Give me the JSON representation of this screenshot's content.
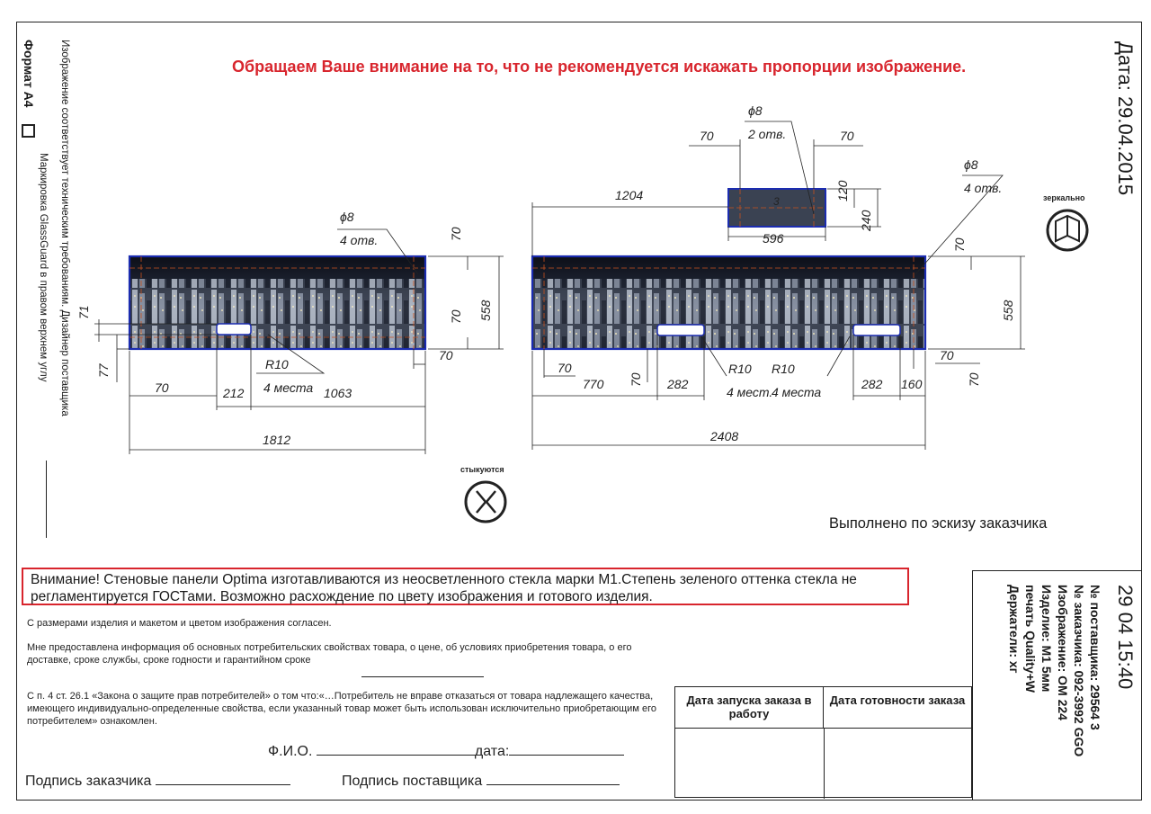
{
  "header": {
    "warning": "Обращаем Ваше внимание на то, что не рекомендуется искажать пропорции изображение.",
    "date": "Дата: 29.04.2015"
  },
  "left_margin": {
    "format": "Формат А4",
    "compliance": "Изображение соответствует техническим требованиям. Дизайнер поставщика",
    "marking": "Маркировка GlassGuard в правом верхнем углу"
  },
  "mirror_label": "зеркально",
  "joined_label": "стыкуются",
  "drawing": {
    "panel1": {
      "hole_dia": "ϕ8",
      "holes": "4 отв.",
      "radius": "R10",
      "radius_places": "4 места",
      "dims": {
        "d70a": "70",
        "d70b": "70",
        "d558": "558",
        "d70c": "70",
        "d71": "71",
        "d77": "77",
        "d70d": "70",
        "d212": "212",
        "d1063": "1063",
        "d1812": "1812"
      }
    },
    "panel2": {
      "hole_dia": "ϕ8",
      "holes": "4 отв.",
      "radius_a": "R10",
      "radius_b": "R10",
      "places_a": "4 мест.",
      "places_b": "4 места",
      "dims": {
        "d1204": "1204",
        "d70a": "70",
        "d558": "558",
        "d70b": "70",
        "d70c": "70",
        "d70d": "70",
        "d770": "770",
        "d282a": "282",
        "d282b": "282",
        "d160": "160",
        "d2408": "2408"
      }
    },
    "insert": {
      "hole_dia": "ϕ8",
      "holes": "2 отв.",
      "dims": {
        "d70a": "70",
        "d70b": "70",
        "d120": "120",
        "d240": "240",
        "d596": "596"
      },
      "label": "3"
    }
  },
  "sketch_note": "Выполнено по эскизу заказчика",
  "notice": "Внимание! Стеновые панели Optima изготавливаются из неосветленного стекла марки М1.Степень зеленого оттенка стекла не регламентируется ГОСТами. Возможно расхождение по цвету изображения и готового изделия.",
  "agreements": {
    "size_agree": "С размерами изделия и макетом и цветом изображения согласен.",
    "info_given": "Мне предоставлена информация об основных потребительских свойствах товара, о цене, об условиях приобретения товара, о его доставке, сроке службы, сроке годности и гарантийном сроке",
    "law": "С п. 4 ст. 26.1 «Закона о защите прав потребителей» о том что:«…Потребитель не вправе отказаться от товара надлежащего качества, имеющего индивидуально-определенные свойства, если указанный товар может быть использован исключительно приобретающим его потребителем» ознакомлен."
  },
  "signatures": {
    "fio": "Ф.И.О.",
    "date": "дата:",
    "customer": "Подпись заказчика",
    "supplier": "Подпись поставщика"
  },
  "table": {
    "start": "Дата запуска заказа в работу",
    "ready": "Дата готовности заказа"
  },
  "order_info": {
    "timestamp": "29 04 15:40",
    "lines": [
      "№ поставщика: 29564 3",
      "№ заказчика: 092-3992 GGO",
      "Изображение: OM 224",
      "Изделие: М1 5мм",
      "печать Quality+W",
      "Держатели: хг"
    ]
  }
}
